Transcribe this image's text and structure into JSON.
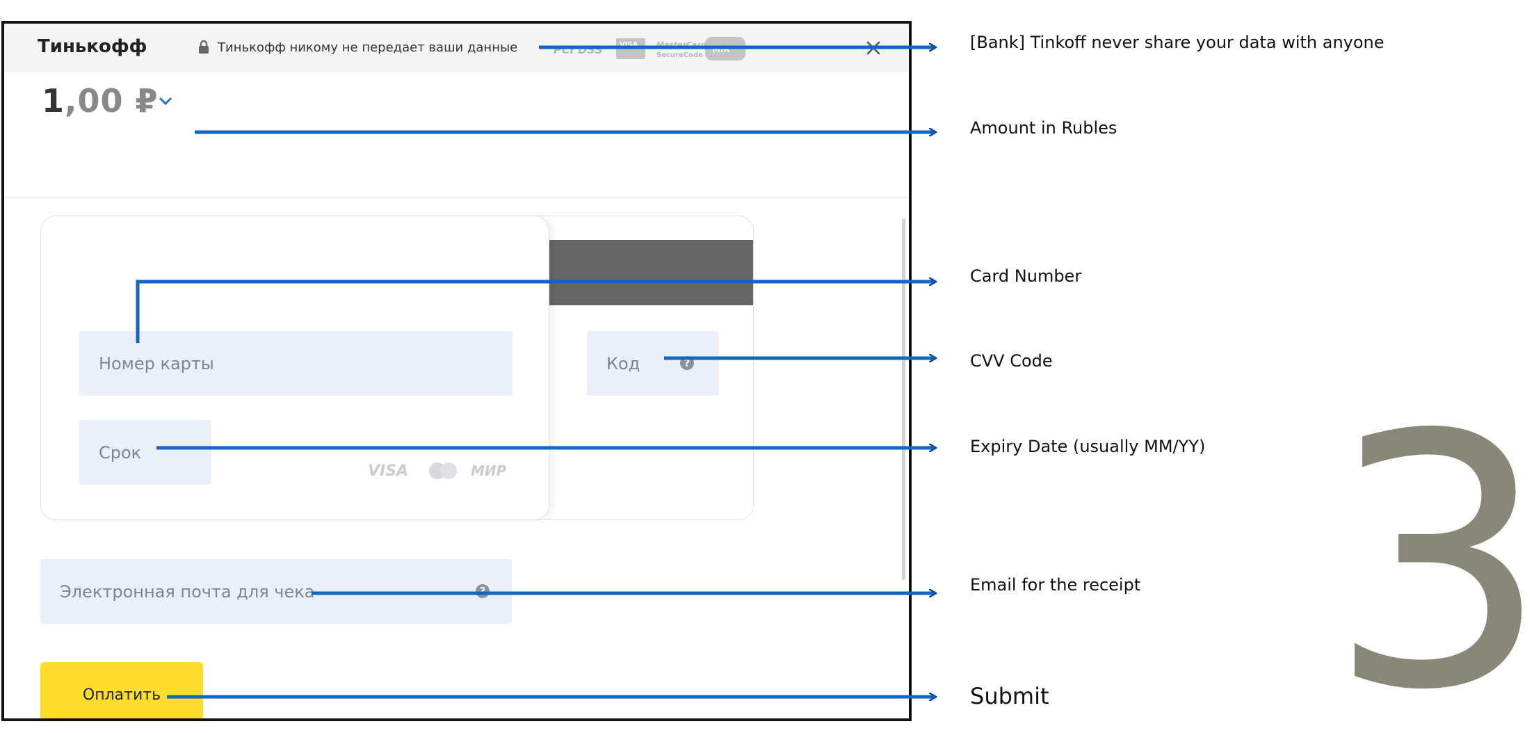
{
  "window": {
    "brand": "Тинькофф",
    "privacy_text": "Тинькофф никому не передает ваши данные",
    "logos": [
      "PCI DSS",
      "VISA",
      "MasterCard SecureCode",
      "MIR"
    ],
    "icons": {
      "lock": "lock-icon",
      "close": "close-icon",
      "dropdown": "chevron-down-icon",
      "help": "help-icon"
    }
  },
  "amount": {
    "integer": "1",
    "fraction": ",00 ₽"
  },
  "card": {
    "number_placeholder": "Номер карты",
    "expiry_placeholder": "Срок",
    "cvv_placeholder": "Код",
    "brands": [
      "VISA",
      "Mastercard",
      "MIR"
    ]
  },
  "email": {
    "placeholder": "Электронная почта для чека"
  },
  "submit_label": "Оплатить",
  "annotations": {
    "bank": "[Bank] Tinkoff never share your data with anyone",
    "amount": "Amount in Rubles",
    "card_number": "Card Number",
    "cvv": "CVV Code",
    "expiry": "Expiry Date (usually MM/YY)",
    "email": "Email for the receipt",
    "submit": "Submit"
  },
  "step_number": "3",
  "colors": {
    "pay_button": "#ffdd2d",
    "field_bg": "#ebeff8",
    "arrow": "#1565c0",
    "step_number": "#898878"
  }
}
